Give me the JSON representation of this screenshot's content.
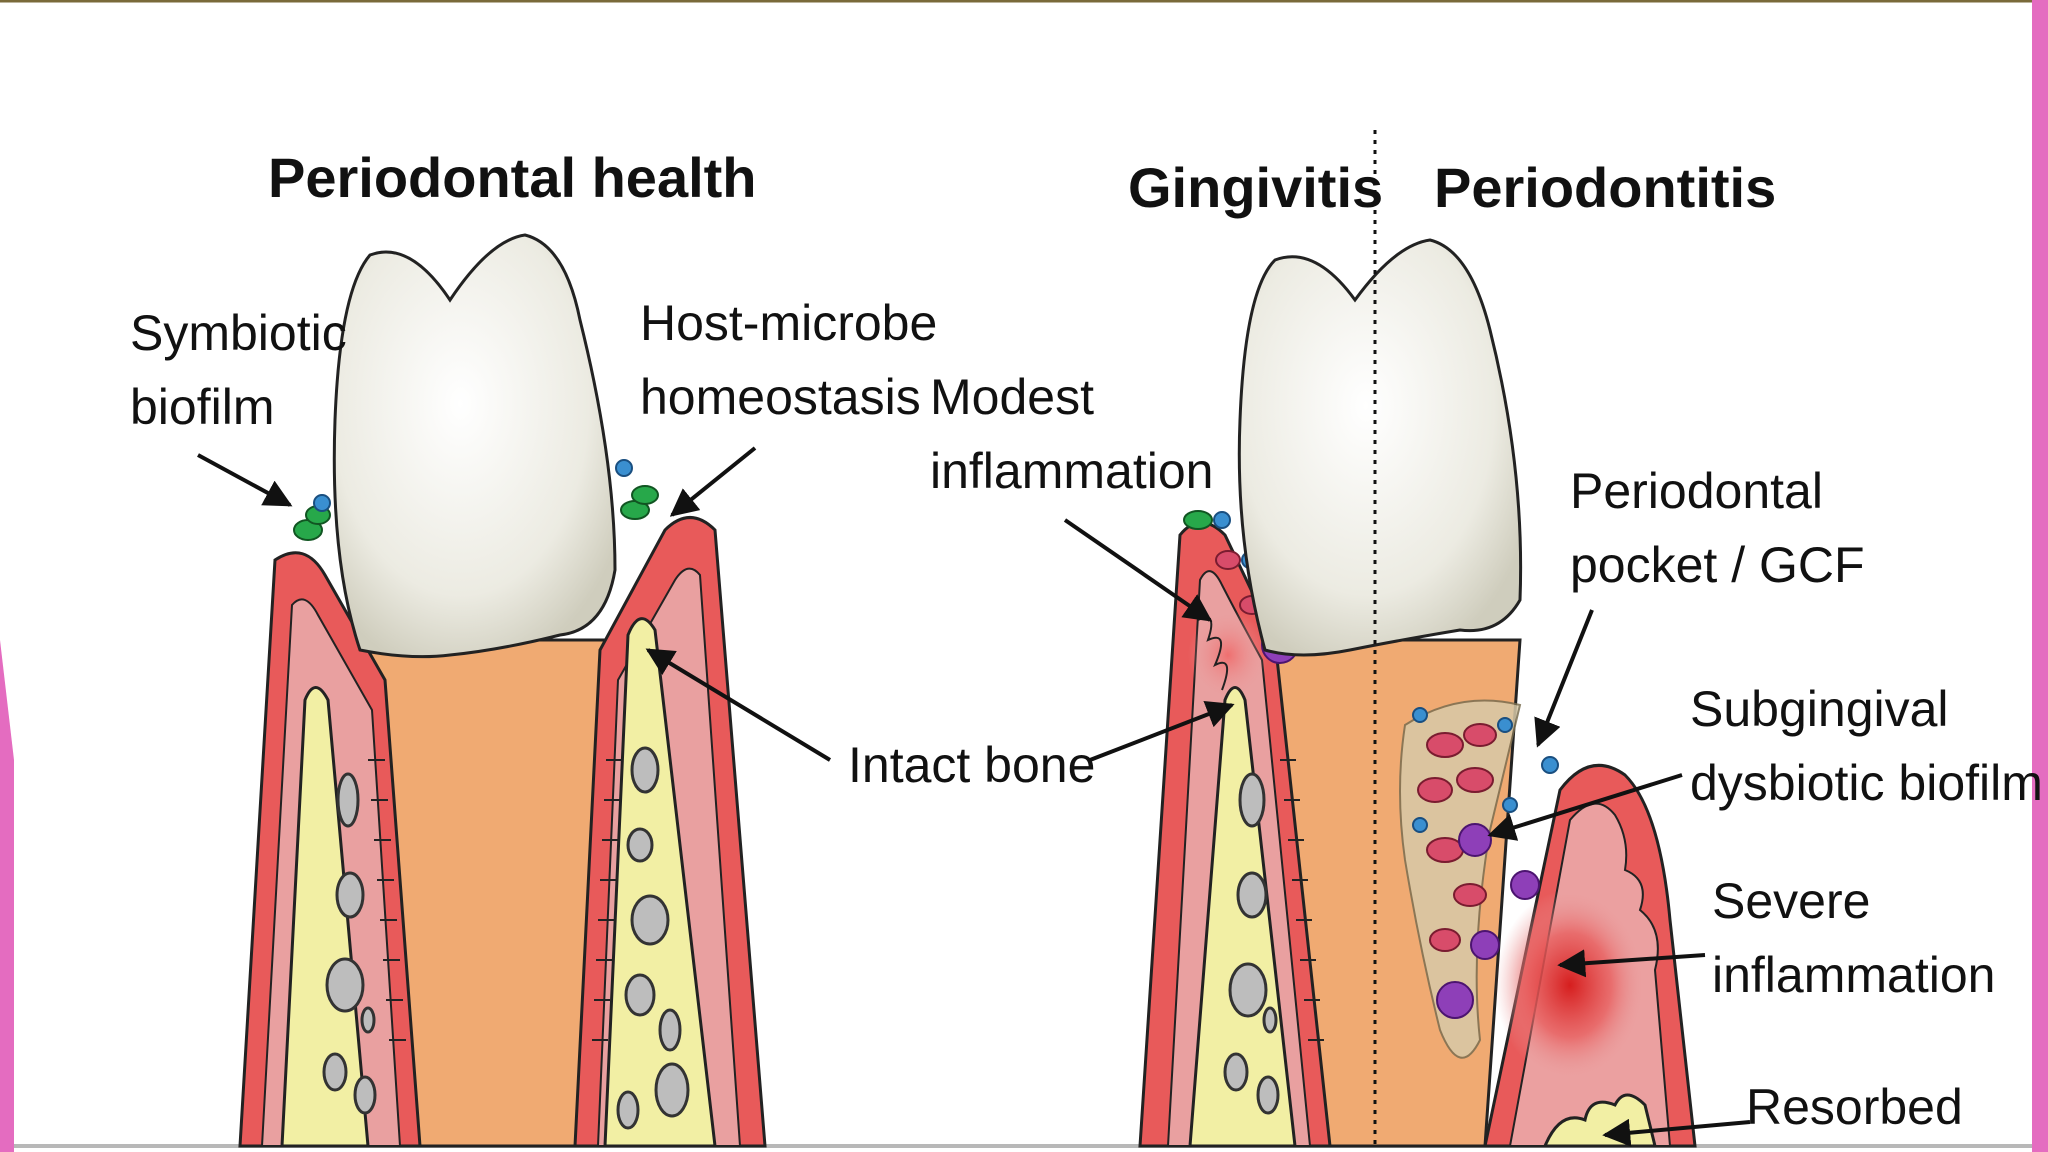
{
  "titles": {
    "health": "Periodontal health",
    "gingivitis": "Gingivitis",
    "periodontitis": "Periodontitis"
  },
  "labels": {
    "symbiotic": [
      "Symbiotic",
      "biofilm"
    ],
    "homeostasis": [
      "Host-microbe",
      "homeostasis"
    ],
    "modest": [
      "Modest",
      "inflammation"
    ],
    "intact_bone": "Intact bone",
    "pocket": [
      "Periodontal",
      "pocket / GCF"
    ],
    "subgingival": [
      "Subgingival",
      "dysbiotic biofilm"
    ],
    "severe": [
      "Severe",
      "inflammation"
    ],
    "resorbed": "Resorbed"
  },
  "colors": {
    "gum": "#e85a5a",
    "gum_inner": "#e9a0a0",
    "root": "#f0aa72",
    "crown": "#ecebe2",
    "bone": "#f2efa4",
    "accent_edge": "#e46cc0"
  }
}
